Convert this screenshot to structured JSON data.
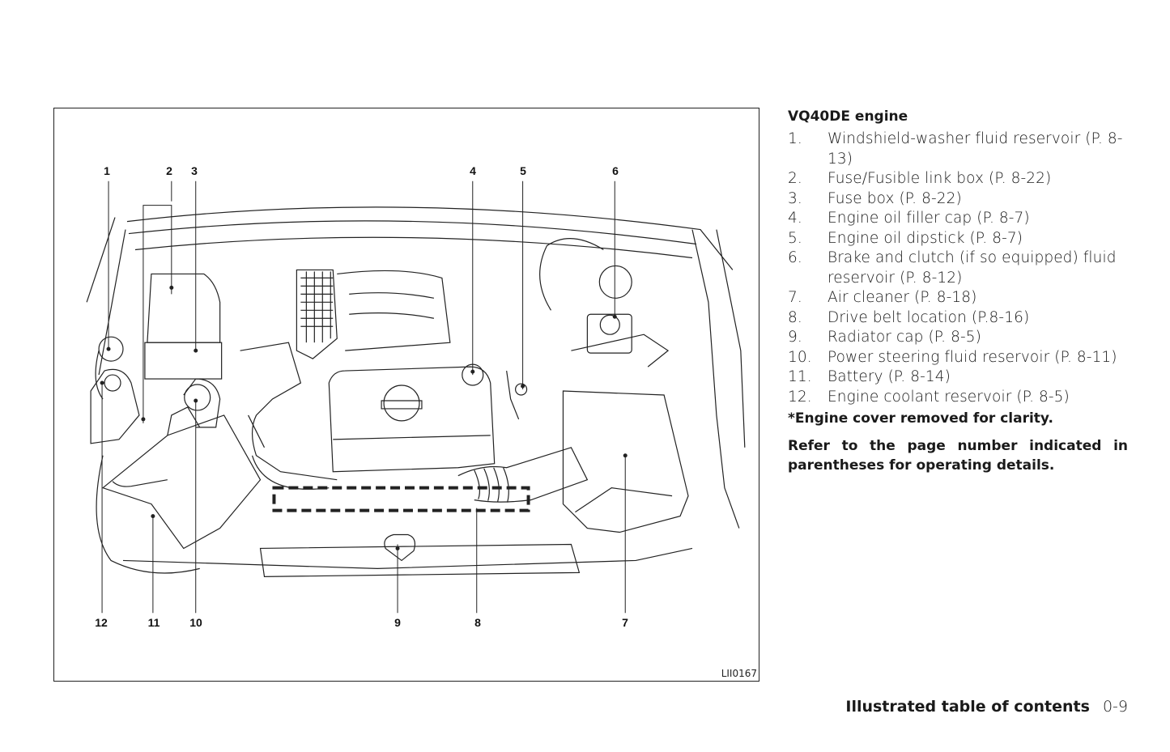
{
  "figure": {
    "code": "LII0167",
    "top_callouts": [
      "1",
      "2",
      "3",
      "4",
      "5",
      "6"
    ],
    "bottom_callouts": [
      "12",
      "11",
      "10",
      "9",
      "8",
      "7"
    ]
  },
  "legend": {
    "title": "VQ40DE engine",
    "items": [
      {
        "num": "1.",
        "text": "Windshield-washer fluid reservoir (P. 8-13)"
      },
      {
        "num": "2.",
        "text": "Fuse/Fusible link box (P. 8-22)"
      },
      {
        "num": "3.",
        "text": "Fuse box (P. 8-22)"
      },
      {
        "num": "4.",
        "text": "Engine oil filler cap (P. 8-7)"
      },
      {
        "num": "5.",
        "text": "Engine oil dipstick (P. 8-7)"
      },
      {
        "num": "6.",
        "text": "Brake and clutch (if so equipped) fluid reservoir (P. 8-12)"
      },
      {
        "num": "7.",
        "text": "Air cleaner (P. 8-18)"
      },
      {
        "num": "8.",
        "text": "Drive belt location (P.8-16)"
      },
      {
        "num": "9.",
        "text": "Radiator cap (P. 8-5)"
      },
      {
        "num": "10.",
        "text": "Power steering fluid reservoir (P. 8-11)"
      },
      {
        "num": "11.",
        "text": "Battery (P. 8-14)"
      },
      {
        "num": "12.",
        "text": "Engine coolant reservoir (P. 8-5)"
      }
    ],
    "note": "*Engine cover removed for clarity.",
    "refer": "Refer to the page number indicated in parentheses for operating details."
  },
  "footer": {
    "section": "Illustrated table of contents",
    "page": "0-9"
  }
}
